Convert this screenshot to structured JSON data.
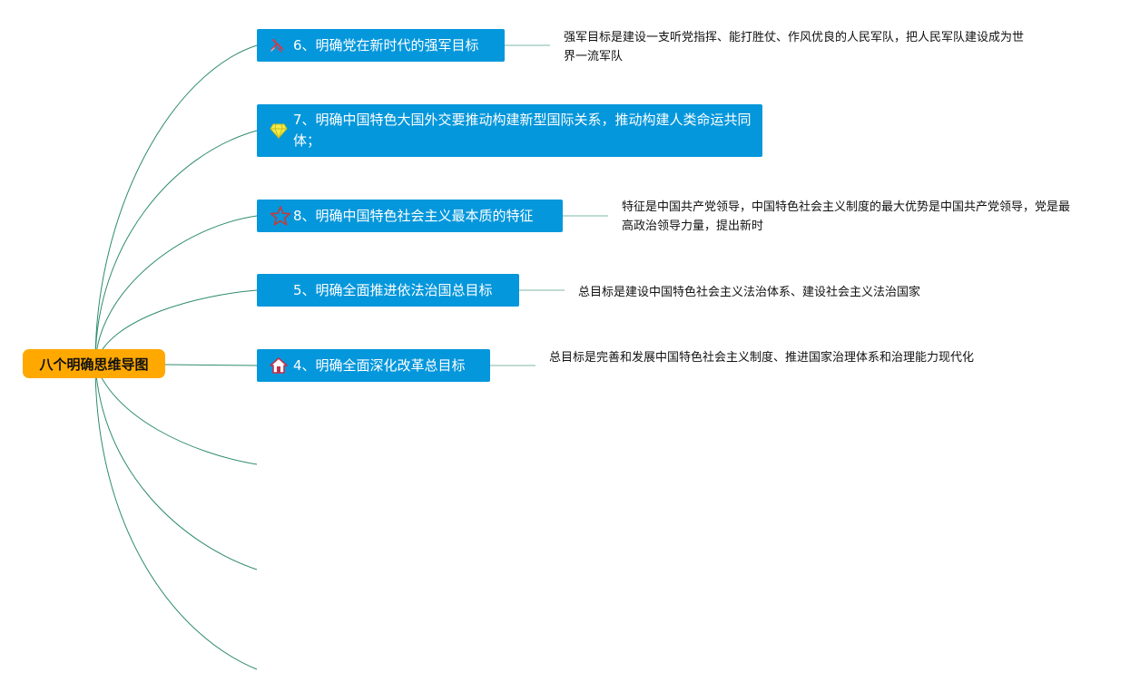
{
  "colors": {
    "root_fill": "#ffa800",
    "topic_fill": "#0497dc",
    "topic_text": "#ffffff",
    "branch_line": "#2e8b6e",
    "note_connector": "#7fb7a8"
  },
  "root": {
    "label": "八个明确思维导图"
  },
  "topics": [
    {
      "id": "t6",
      "icon": "sword-icon",
      "label": "6、明确党在新时代的强军目标",
      "note": "强军目标是建设一支听党指挥、能打胜仗、作风优良的人民军队，把人民军队建设成为世界一流军队"
    },
    {
      "id": "t7",
      "icon": "diamond-icon",
      "label": "7、明确中国特色大国外交要推动构建新型国际关系，推动构建人类命运共同体；",
      "note": ""
    },
    {
      "id": "t8",
      "icon": "star-icon",
      "label": "8、明确中国特色社会主义最本质的特征",
      "note": "特征是中国共产党领导，中国特色社会主义制度的最大优势是中国共产党领导，党是最高政治领导力量，提出新时"
    },
    {
      "id": "t5",
      "icon": "",
      "label": "5、明确全面推进依法治国总目标",
      "note": "总目标是建设中国特色社会主义法治体系、建设社会主义法治国家"
    },
    {
      "id": "t4",
      "icon": "house-icon",
      "label": "4、明确全面深化改革总目标",
      "note": "总目标是完善和发展中国特色社会主义制度、推进国家治理体系和治理能力现代化"
    }
  ]
}
